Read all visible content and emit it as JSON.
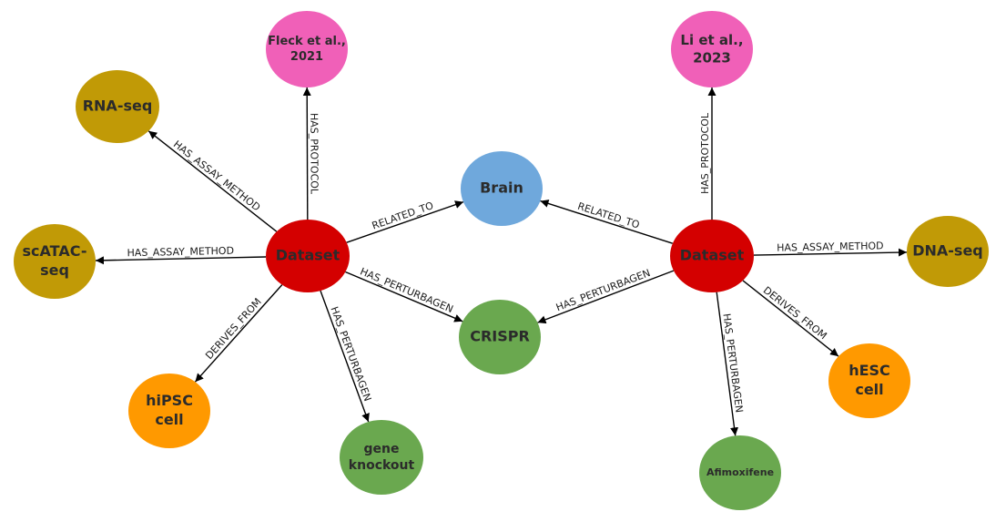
{
  "colors": {
    "dataset": "#d40000",
    "dataset_stroke": "#b00000",
    "assay": "#c19a06",
    "protocol": "#f060b8",
    "tissue": "#6fa8dc",
    "perturbagen": "#6aa84f",
    "cell": "#ff9900",
    "edge": "#000000"
  },
  "nodes": [
    {
      "id": "ds1",
      "label": "Dataset",
      "kind": "dataset"
    },
    {
      "id": "ds2",
      "label": "Dataset",
      "kind": "dataset"
    },
    {
      "id": "rnaseq",
      "label": "RNA-seq",
      "kind": "assay"
    },
    {
      "id": "scatac",
      "label": "scATAC-\nseq",
      "kind": "assay"
    },
    {
      "id": "dnaseq",
      "label": "DNA-seq",
      "kind": "assay"
    },
    {
      "id": "fleck",
      "label": "Fleck et al.,\n2021",
      "kind": "protocol"
    },
    {
      "id": "li",
      "label": "Li et al.,\n2023",
      "kind": "protocol"
    },
    {
      "id": "brain",
      "label": "Brain",
      "kind": "tissue"
    },
    {
      "id": "crispr",
      "label": "CRISPR",
      "kind": "perturbagen"
    },
    {
      "id": "geneko",
      "label": "gene\nknockout",
      "kind": "perturbagen"
    },
    {
      "id": "afimox",
      "label": "Afimoxifene",
      "kind": "perturbagen"
    },
    {
      "id": "hipsc",
      "label": "hiPSC\ncell",
      "kind": "cell"
    },
    {
      "id": "hesc",
      "label": "hESC\ncell",
      "kind": "cell"
    }
  ],
  "edges": [
    {
      "from": "ds1",
      "to": "rnaseq",
      "label": "HAS_ASSAY_METHOD"
    },
    {
      "from": "ds1",
      "to": "fleck",
      "label": "HAS_PROTOCOL"
    },
    {
      "from": "ds1",
      "to": "brain",
      "label": "RELATED_TO"
    },
    {
      "from": "ds1",
      "to": "scatac",
      "label": "HAS_ASSAY_METHOD"
    },
    {
      "from": "ds1",
      "to": "crispr",
      "label": "HAS_PERTURBAGEN"
    },
    {
      "from": "ds1",
      "to": "geneko",
      "label": "HAS_PERTURBAGEN"
    },
    {
      "from": "ds1",
      "to": "hipsc",
      "label": "DERIVES_FROM"
    },
    {
      "from": "ds2",
      "to": "li",
      "label": "HAS_PROTOCOL"
    },
    {
      "from": "ds2",
      "to": "brain",
      "label": "RELATED_TO"
    },
    {
      "from": "ds2",
      "to": "dnaseq",
      "label": "HAS_ASSAY_METHOD"
    },
    {
      "from": "ds2",
      "to": "crispr",
      "label": "HAS_PERTURBAGEN"
    },
    {
      "from": "ds2",
      "to": "afimox",
      "label": "HAS_PERTURBAGEN"
    },
    {
      "from": "ds2",
      "to": "hesc",
      "label": "DERIVES_FROM"
    }
  ]
}
